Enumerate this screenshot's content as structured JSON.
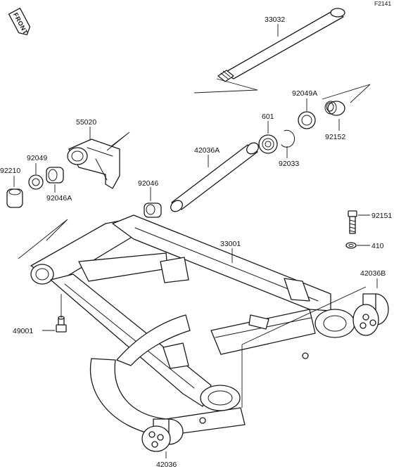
{
  "figure_code": "F2141",
  "front_badge": "FRONT",
  "parts": [
    {
      "key": "p33032",
      "number": "33032"
    },
    {
      "key": "p92049A",
      "number": "92049A"
    },
    {
      "key": "p92152",
      "number": "92152"
    },
    {
      "key": "p601",
      "number": "601"
    },
    {
      "key": "p92033",
      "number": "92033"
    },
    {
      "key": "p55020",
      "number": "55020"
    },
    {
      "key": "p42036A",
      "number": "42036A"
    },
    {
      "key": "p92049",
      "number": "92049"
    },
    {
      "key": "p92210",
      "number": "92210"
    },
    {
      "key": "p92046A",
      "number": "92046A"
    },
    {
      "key": "p92046",
      "number": "92046"
    },
    {
      "key": "p33001",
      "number": "33001"
    },
    {
      "key": "p92151",
      "number": "92151"
    },
    {
      "key": "p410",
      "number": "410"
    },
    {
      "key": "p42036B",
      "number": "42036B"
    },
    {
      "key": "p49001",
      "number": "49001"
    },
    {
      "key": "p42036",
      "number": "42036"
    }
  ]
}
